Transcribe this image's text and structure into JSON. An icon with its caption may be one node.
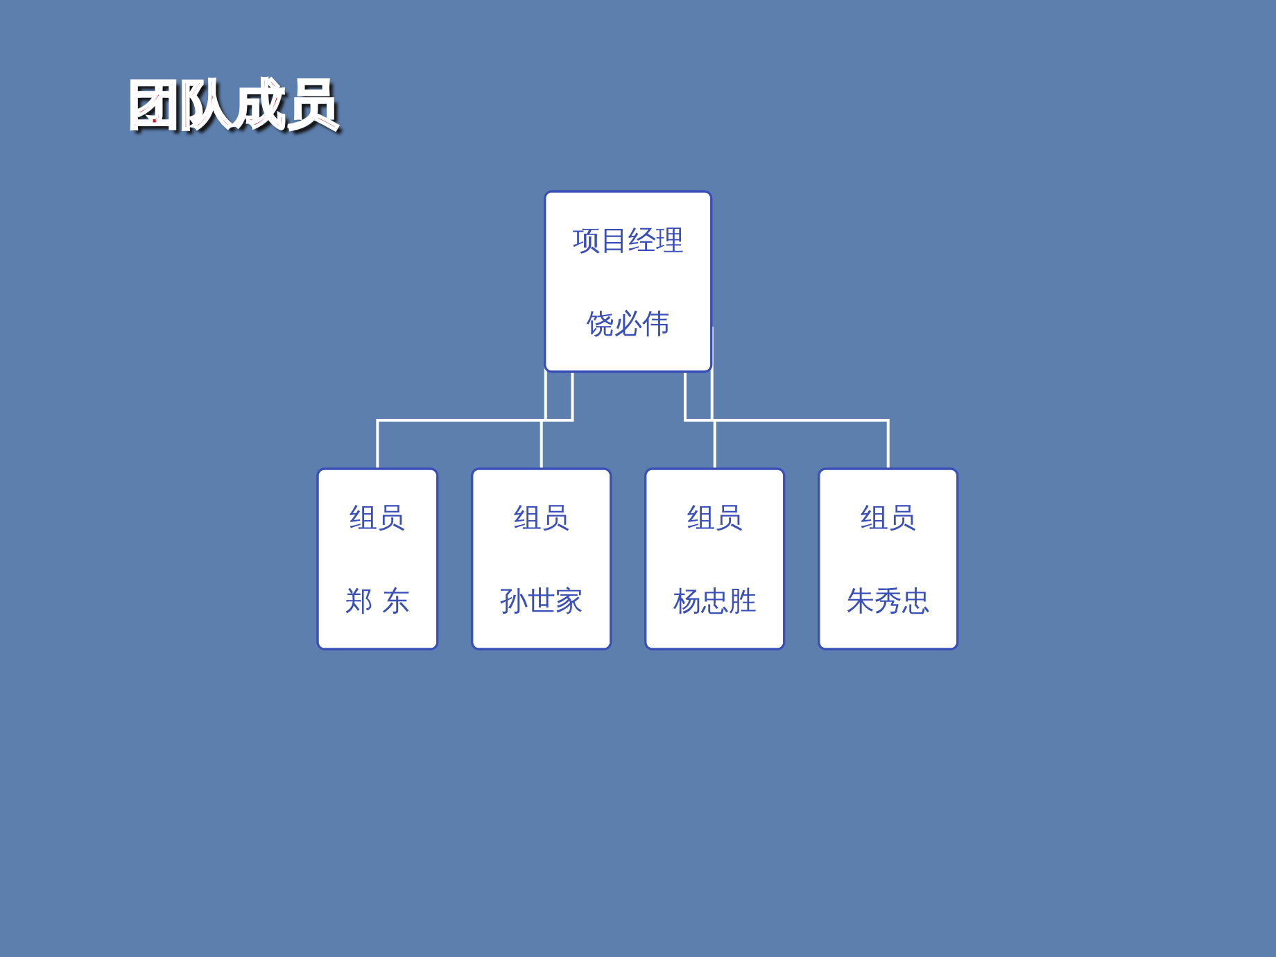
{
  "diagram": {
    "title": "团队成员",
    "nodes": [
      {
        "text": [
          "项目经理",
          "饶必伟"
        ]
      },
      {
        "text": [
          "组员",
          "郑 东"
        ]
      },
      {
        "text": [
          "组员",
          "孙世家"
        ]
      },
      {
        "text": [
          "组员",
          "杨忠胜"
        ]
      },
      {
        "text": [
          "组员",
          "朱秀忠"
        ]
      }
    ],
    "edges": [
      {
        "from": 0,
        "to": 1,
        "arrow": "none"
      },
      {
        "from": 0,
        "to": 2,
        "arrow": "none"
      },
      {
        "from": 0,
        "to": 3,
        "arrow": "none"
      },
      {
        "from": 0,
        "to": 4,
        "arrow": "none"
      }
    ]
  }
}
